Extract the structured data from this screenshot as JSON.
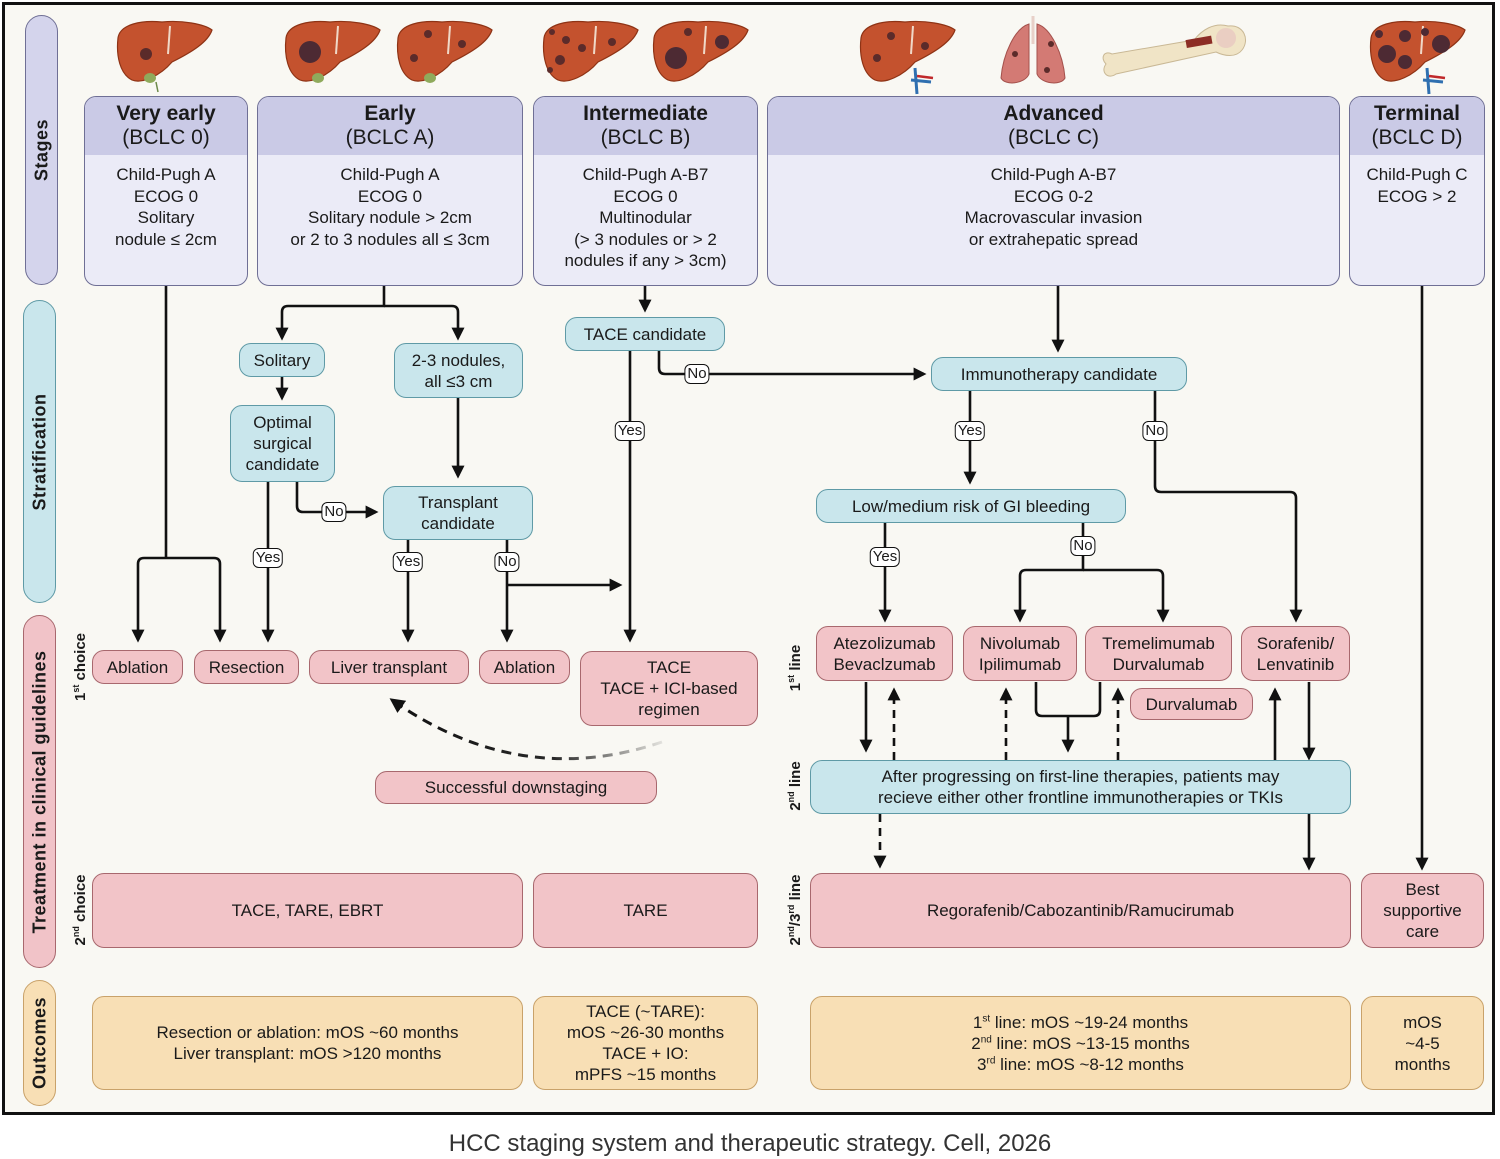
{
  "bands": {
    "stages": "Stages",
    "stratification": "Stratification",
    "treatment": "Treatment in clinical guidelines",
    "outcomes": "Outcomes"
  },
  "sublabels": {
    "first_choice": {
      "n": "1",
      "sup": "st",
      "rest": " choice"
    },
    "second_choice": {
      "n": "2",
      "sup": "nd",
      "rest": " choice"
    },
    "first_line": {
      "n": "1",
      "sup": "st",
      "rest": " line"
    },
    "second_line": {
      "n": "2",
      "sup": "nd",
      "rest": " line"
    },
    "second_third_line": {
      "n": "2",
      "sup": "nd",
      "mid": "/3",
      "sup2": "rd",
      "rest": " line"
    }
  },
  "organ_icons": [
    "liver-solitary-small-tumor-icon",
    "liver-large-tumor-icon",
    "liver-multiple-tumors-icon",
    "liver-multinodular-icon",
    "liver-large-multinodular-icon",
    "liver-vascular-invasion-icon",
    "lungs-metastasis-icon",
    "bone-metastasis-icon",
    "liver-terminal-icon"
  ],
  "stages": [
    {
      "title": "Very early",
      "code": "(BCLC 0)",
      "criteria": "Child-Pugh A\nECOG 0\nSolitary\nnodule ≤ 2cm"
    },
    {
      "title": "Early",
      "code": "(BCLC A)",
      "criteria": "Child-Pugh A\nECOG 0\nSolitary nodule > 2cm\nor 2 to 3 nodules all ≤ 3cm"
    },
    {
      "title": "Intermediate",
      "code": "(BCLC B)",
      "criteria": "Child-Pugh A-B7\nECOG 0\nMultinodular\n(> 3 nodules or > 2\nnodules if any > 3cm)"
    },
    {
      "title": "Advanced",
      "code": "(BCLC C)",
      "criteria": "Child-Pugh A-B7\nECOG 0-2\nMacrovascular invasion\nor extrahepatic spread"
    },
    {
      "title": "Terminal",
      "code": "(BCLC D)",
      "criteria": "Child-Pugh C\nECOG > 2"
    }
  ],
  "stratification": {
    "solitary": "Solitary",
    "nodules": "2-3 nodules,\nall ≤3 cm",
    "optimal_surgical": "Optimal\nsurgical\ncandidate",
    "transplant_candidate": "Transplant\ncandidate",
    "tace_candidate": "TACE candidate",
    "immunotherapy_candidate": "Immunotherapy candidate",
    "gi_bleeding": "Low/medium risk of GI bleeding"
  },
  "decision_tags": {
    "yes": "Yes",
    "no": "No"
  },
  "treatments": {
    "first_choice": [
      "Ablation",
      "Resection",
      "Liver transplant",
      "Ablation",
      "TACE\nTACE + ICI-based\nregimen"
    ],
    "downstaging": "Successful downstaging",
    "first_line": [
      "Atezolizumab\nBevaclzumab",
      "Nivolumab\nIpilimumab",
      "Tremelimumab\nDurvalumab",
      "Sorafenib/\nLenvatinib"
    ],
    "durvalumab": "Durvalumab",
    "second_line": "After progressing on first-line therapies, patients may\nrecieve either other frontline immunotherapies or TKIs",
    "second_choice": [
      "TACE, TARE, EBRT",
      "TARE"
    ],
    "second_third_line": "Regorafenib/Cabozantinib/Ramucirumab",
    "best_supportive_care": "Best\nsupportive\ncare"
  },
  "outcomes": {
    "early": "Resection or ablation: mOS ~60 months\nLiver transplant: mOS >120 months",
    "intermediate": "TACE (~TARE):\nmOS ~26-30 months\nTACE + IO:\nmPFS ~15 months",
    "advanced": [
      {
        "n": "1",
        "sup": "st",
        "text": " line: mOS ~19-24 months"
      },
      {
        "n": "2",
        "sup": "nd",
        "text": " line: mOS ~13-15 months"
      },
      {
        "n": "3",
        "sup": "rd",
        "text": " line: mOS ~8-12 months"
      }
    ],
    "terminal": "mOS\n~4-5\nmonths"
  },
  "caption": "HCC staging system and therapeutic strategy. Cell, 2026",
  "colors": {
    "stage_header": "#cacae6",
    "stage_body": "#ebebf7",
    "stratification": "#c9e6ec",
    "treatment": "#f2c4c8",
    "outcome": "#f8dfb5",
    "background": "#f9f8f3"
  }
}
